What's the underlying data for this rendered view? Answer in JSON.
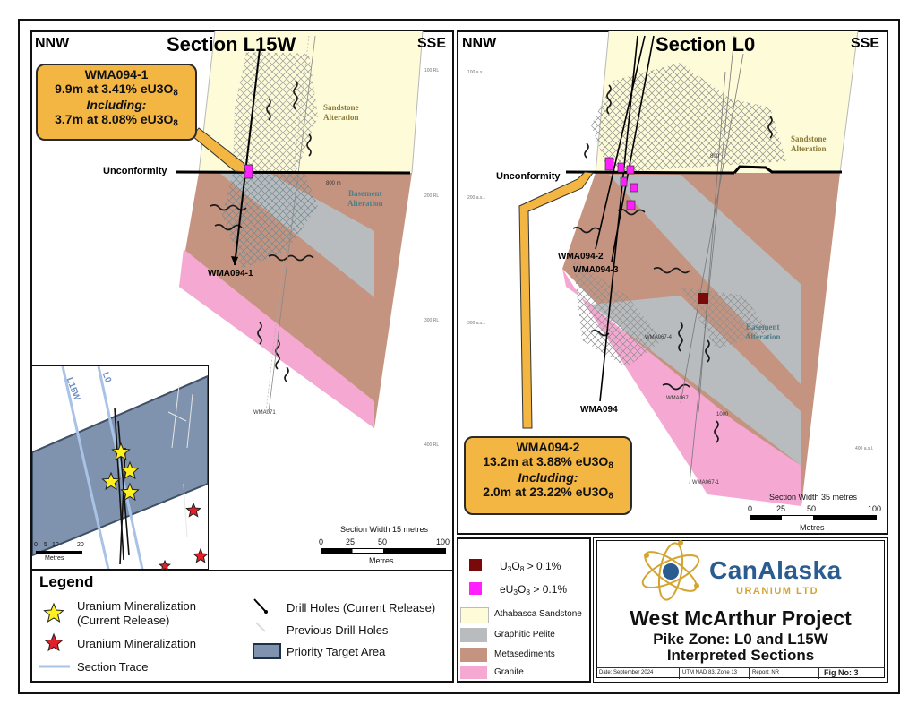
{
  "left_section": {
    "title": "Section L15W",
    "nnw": "NNW",
    "sse": "SSE",
    "unconformity": "Unconformity",
    "sandstone_alteration_1": "Sandstone",
    "sandstone_alteration_2": "Alteration",
    "basement_alteration_1": "Basement",
    "basement_alteration_2": "Alteration",
    "drill_hole": "WMA094-1",
    "old_hole": "WMA071",
    "depth_800": "800 m",
    "rl_labels": [
      "100 RL",
      "200 RL",
      "300 RL",
      "400 RL"
    ],
    "callout": {
      "line1": "WMA094-1",
      "line2_prefix": "9.9m at 3.41% eU",
      "line3": "Including:",
      "line4_prefix": "3.7m at 8.08% eU"
    },
    "scale": {
      "title": "Section Width 15 metres",
      "ticks": [
        "0",
        "25",
        "50",
        "100"
      ],
      "unit": "Metres"
    }
  },
  "right_section": {
    "title": "Section L0",
    "nnw": "NNW",
    "sse": "SSE",
    "unconformity": "Unconformity",
    "sandstone_alteration_1": "Sandstone",
    "sandstone_alteration_2": "Alteration",
    "basement_alteration_1": "Basement",
    "basement_alteration_2": "Alteration",
    "holes": [
      "WMA094-2",
      "WMA094-3",
      "WMA094",
      "WMA067-4",
      "WMA067",
      "WMA067-1"
    ],
    "depth_800": "800",
    "depth_1000": "1000",
    "rl_labels": [
      "100 a.s.l.",
      "200 a.s.l.",
      "300 a.s.l.",
      "400 a.s.l."
    ],
    "callout": {
      "line1": "WMA094-2",
      "line2_prefix": "13.2m at 3.88% eU",
      "line3": "Including:",
      "line4_prefix": "2.0m at 23.22% eU"
    },
    "scale": {
      "title": "Section Width 35 metres",
      "ticks": [
        "0",
        "25",
        "50",
        "100"
      ],
      "unit": "Metres"
    }
  },
  "inset_map": {
    "trace_l15w": "L15W",
    "trace_l0": "L0",
    "scale_ticks": [
      "0",
      "5",
      "10",
      "20"
    ],
    "scale_unit": "Metres"
  },
  "legend": {
    "title": "Legend",
    "items": {
      "uranium_current": [
        "Uranium Mineralization",
        "(Current Release)"
      ],
      "uranium": "Uranium Mineralization",
      "section_trace": "Section Trace",
      "drill_current": "Drill Holes (Current Release)",
      "drill_previous": "Previous Drill Holes",
      "priority": "Priority Target Area"
    }
  },
  "lithology_legend": {
    "u3o8_prefix": "U",
    "u3o8_suffix": " > 0.1%",
    "eu3o8_prefix": "eU",
    "eu3o8_suffix": " > 0.1%",
    "athabasca": "Athabasca Sandstone",
    "graphitic": "Graphitic Pelite",
    "metasediments": "Metasediments",
    "granite": "Granite"
  },
  "title_block": {
    "logo_text": "CanAlaska",
    "logo_sub": "URANIUM LTD",
    "project": "West McArthur Project",
    "subtitle1": "Pike Zone: L0 and L15W",
    "subtitle2": "Interpreted Sections",
    "date": "Date: September 2024",
    "utm": "UTM NAD 83, Zone 13",
    "report": "Report: NR",
    "fig": "Fig No: 3"
  },
  "colors": {
    "sandstone": "#fdfbd8",
    "graphitic": "#b9bcbf",
    "metasediments": "#c59480",
    "granite": "#f5a8d2",
    "callout": "#f4b642",
    "u3o8": "#7a0a0a",
    "eu3o8": "#ff1fff",
    "map_blue": "#7f93ae",
    "star_yellow": "#fff01e",
    "star_red": "#e0202a",
    "logo_blue": "#2b5c8f",
    "logo_gold": "#d4a431"
  }
}
